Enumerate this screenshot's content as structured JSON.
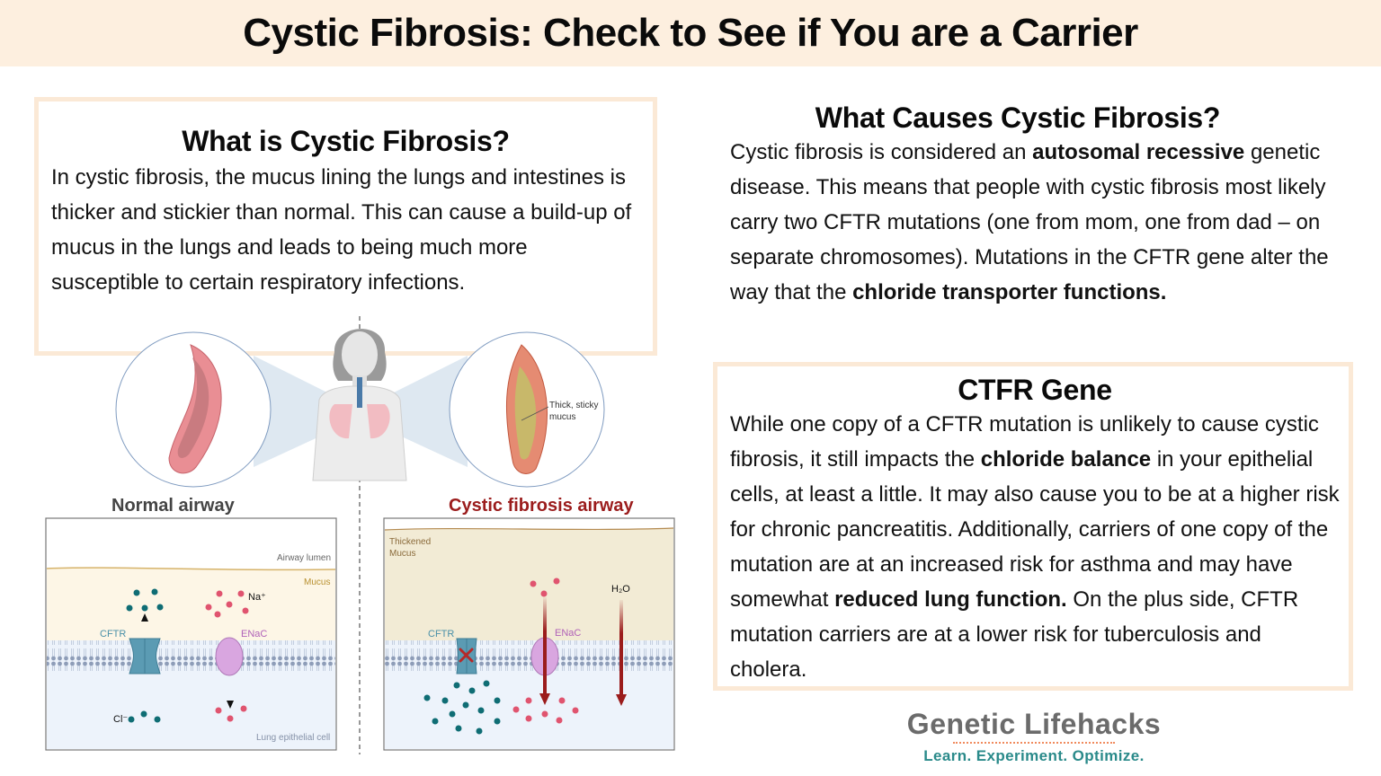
{
  "header": {
    "title": "Cystic Fibrosis: Check to See if You are a Carrier"
  },
  "what_is": {
    "title": "What is Cystic Fibrosis?",
    "body": "In cystic fibrosis, the mucus lining the lungs and intestines is thicker and stickier than normal. This can cause a build-up of mucus in the lungs and leads to being much more susceptible to certain respiratory infections."
  },
  "causes": {
    "title": "What Causes Cystic Fibrosis?",
    "p1": "Cystic fibrosis is considered an ",
    "b1": "autosomal recessive",
    "p2": " genetic disease. This means that people with cystic fibrosis most likely carry two CFTR mutations (one from mom, one from dad – on separate chromosomes). Mutations in the CFTR gene alter the way that the ",
    "b2": "chloride transporter functions."
  },
  "ctfr": {
    "title": "CTFR Gene",
    "p1": "While one copy of a CFTR mutation is unlikely to cause cystic fibrosis, it still impacts the ",
    "b1": "chloride balance",
    "p2": " in your epithelial cells, at least a little. It may also cause you to be at a higher risk for chronic pancreatitis. Additionally, carriers of one copy of the mutation are at an increased risk for asthma and may have somewhat ",
    "b2": "reduced lung function.",
    "p3": " On the plus side, CFTR mutation carriers are at a lower risk for tuberculosis and cholera."
  },
  "illustration": {
    "thick_mucus_label": "Thick, sticky mucus",
    "thick_mucus_line1": "Thick, sticky",
    "thick_mucus_line2": "mucus",
    "normal": {
      "title": "Normal airway",
      "airway_lumen": "Airway lumen",
      "mucus": "Mucus",
      "na": "Na⁺",
      "cftr": "CFTR",
      "enac": "ENaC",
      "cl": "Cl⁻",
      "cell": "Lung epithelial cell"
    },
    "cf": {
      "title": "Cystic fibrosis airway",
      "thickened_1": "Thickened",
      "thickened_2": "Mucus",
      "cftr": "CFTR",
      "enac": "ENaC",
      "h2o": "H₂O"
    }
  },
  "logo": {
    "name": "Genetic Lifehacks",
    "tagline": "Learn. Experiment. Optimize."
  },
  "colors": {
    "header_bg": "#fdefdf",
    "box_border": "#fbe9d6",
    "cf_title": "#9b1c1c",
    "normal_title": "#444444",
    "cftr_teal": "#5b9bb3",
    "enac_purple": "#d9a6e0",
    "chloride": "#0f6d74",
    "sodium": "#e0546f",
    "logo_gray": "#6b6b6b",
    "logo_teal": "#2a8a8a"
  }
}
